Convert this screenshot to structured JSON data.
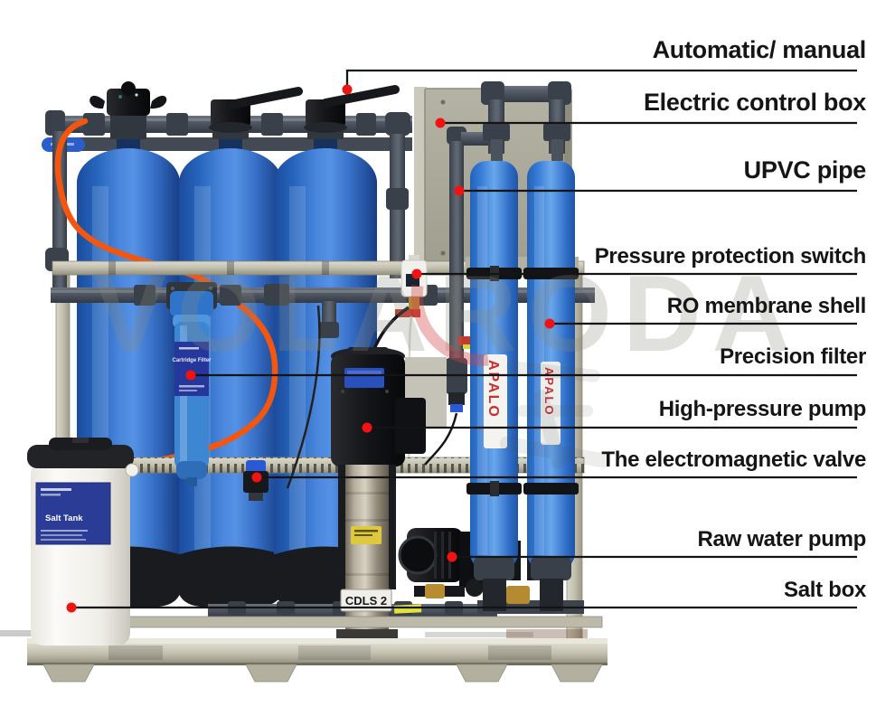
{
  "figure": {
    "type": "product-callout-diagram",
    "subject": "Reverse osmosis water treatment system"
  },
  "callouts": [
    {
      "text": "Automatic/ manual",
      "target": "control-valve"
    },
    {
      "text": "Electric control box",
      "target": "electric-control-box"
    },
    {
      "text": "UPVC pipe",
      "target": "upvc-pipe"
    },
    {
      "text": "Pressure protection switch",
      "target": "pressure-protection-switch"
    },
    {
      "text": "RO membrane shell",
      "target": "ro-membrane-shell"
    },
    {
      "text": "Precision filter",
      "target": "precision-filter"
    },
    {
      "text": "High-pressure pump",
      "target": "high-pressure-pump"
    },
    {
      "text": "The electromagnetic valve",
      "target": "electromagnetic-valve"
    },
    {
      "text": "Raw water pump",
      "target": "raw-water-pump"
    },
    {
      "text": "Salt box",
      "target": "salt-box"
    }
  ],
  "equipment_text": {
    "membrane_brand": "APALO",
    "membrane_brand_2": "APALO",
    "pump_model_label": "CDLS 2",
    "salt_tank_label": "Salt  Tank",
    "cartridge_label": "Cartridge Filter"
  },
  "watermark": {
    "text": "VOLARODA"
  },
  "palette": {
    "label_color": "#151515",
    "callout_line": "#141414",
    "callout_dot": "#f11212",
    "tank_blue": "#2f6ec6",
    "membrane_blue": "#3c82d8",
    "pipe_gray": "#4a525c",
    "frame_steel": "#c2bfae",
    "hose_orange": "#f4560f",
    "brand_red": "#c53030",
    "label_panel_blue": "#25379b"
  }
}
